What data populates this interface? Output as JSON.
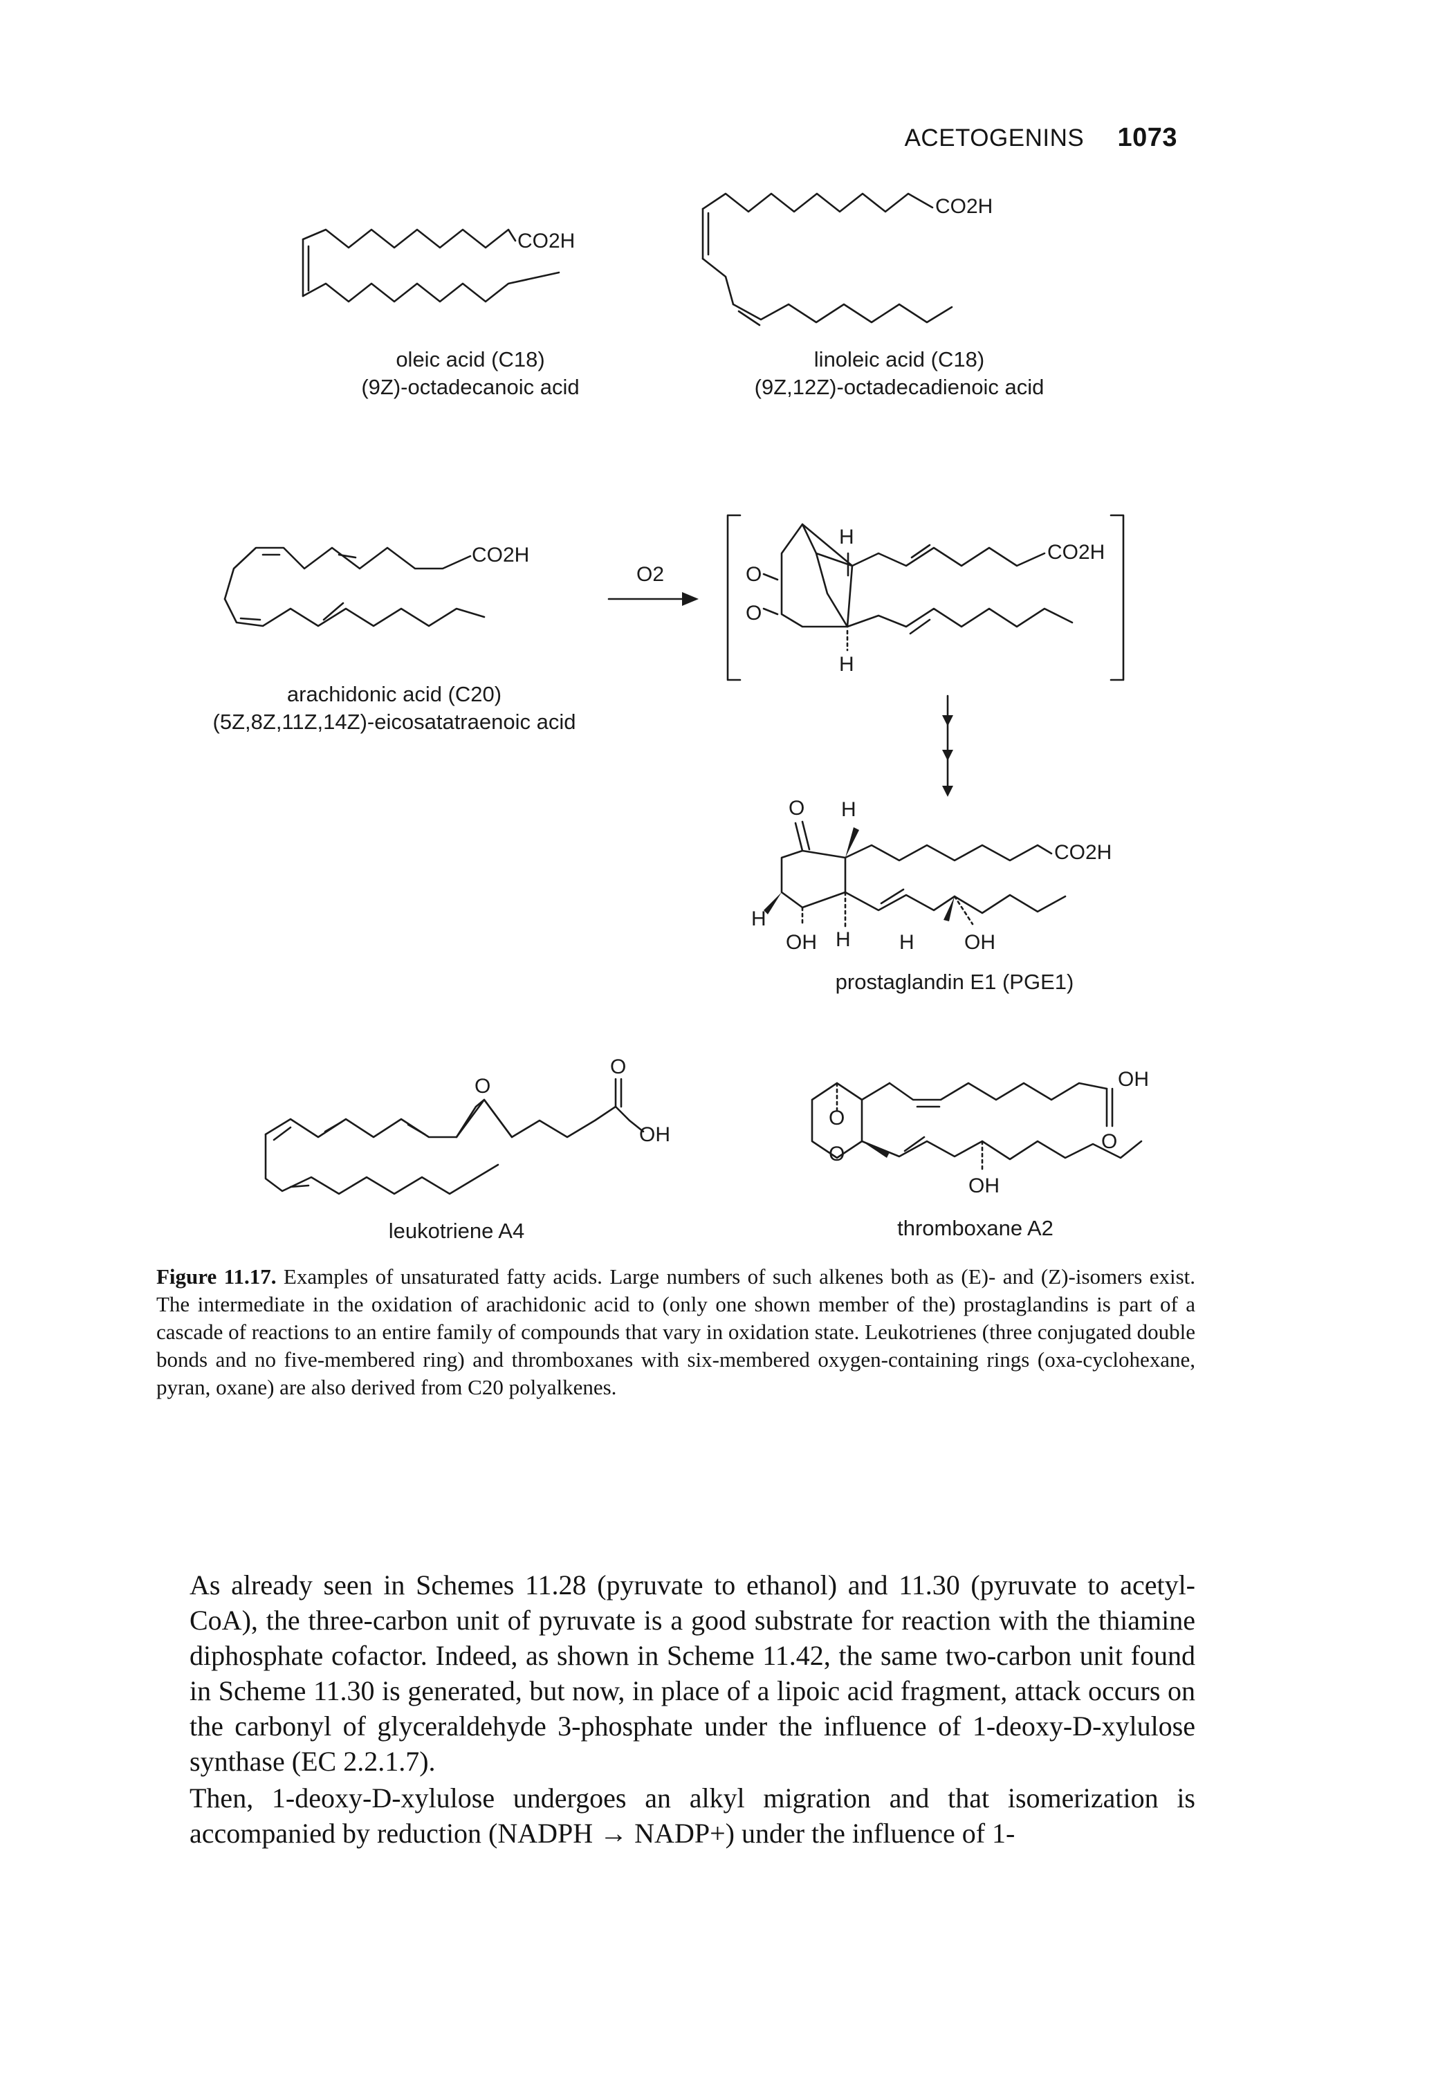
{
  "header": {
    "section": "ACETOGENINS",
    "page_number": "1073"
  },
  "structures": {
    "oleic": {
      "group": "CO2H",
      "name": "oleic acid (C18)",
      "iupac": "(9Z)-octadecanoic acid"
    },
    "linoleic": {
      "group": "CO2H",
      "name": "linoleic acid (C18)",
      "iupac": "(9Z,12Z)-octadecadienoic acid"
    },
    "arachidonic": {
      "group": "CO2H",
      "name": "arachidonic acid (C20)",
      "iupac": "(5Z,8Z,11Z,14Z)-eicosatatraenoic acid"
    },
    "reagent": "O2",
    "intermediate": {
      "group": "CO2H",
      "atom_o1": "O",
      "atom_o2": "O",
      "atom_h1": "H",
      "atom_h2": "H"
    },
    "pge1": {
      "group": "CO2H",
      "ketone_o": "O",
      "h1": "H",
      "h2": "H",
      "h3": "H",
      "h4": "H",
      "oh1": "OH",
      "oh2": "OH",
      "name": "prostaglandin E1 (PGE1)"
    },
    "leukotriene": {
      "epoxide_o": "O",
      "carbonyl_o": "O",
      "oh": "OH",
      "name": "leukotriene A4"
    },
    "thromboxane": {
      "ring_o1": "O",
      "ring_o2": "O",
      "oh1": "OH",
      "carbonyl_o": "O",
      "oh2": "OH",
      "name": "thromboxane A2"
    }
  },
  "caption": {
    "label": "Figure 11.17.",
    "text": "Examples of unsaturated fatty acids. Large numbers of such alkenes both as (E)- and (Z)-isomers exist. The intermediate in the oxidation of arachidonic acid to (only one shown member of the) prostaglandins is part of a cascade of reactions to an entire family of compounds that vary in oxidation state. Leukotrienes (three conjugated double bonds and no five-membered ring) and thromboxanes with six-membered oxygen-containing rings (oxa-cyclohexane, pyran, oxane) are also derived from C20 polyalkenes."
  },
  "body": [
    "As already seen in Schemes 11.28 (pyruvate to ethanol) and 11.30 (pyruvate to acetyl-CoA), the three-carbon unit of pyruvate is a good substrate for reaction with the thiamine diphosphate cofactor. Indeed, as shown in Scheme 11.42, the same two-carbon unit found in Scheme 11.30 is generated, but now, in place of a lipoic acid fragment, attack occurs on the carbonyl of glyceraldehyde 3-phosphate under the influence of 1-deoxy-D-xylulose synthase (EC 2.2.1.7).",
    "Then, 1-deoxy-D-xylulose undergoes an alkyl migration and that isomerization is accompanied by reduction (NADPH → NADP+) under the influence of 1-"
  ]
}
